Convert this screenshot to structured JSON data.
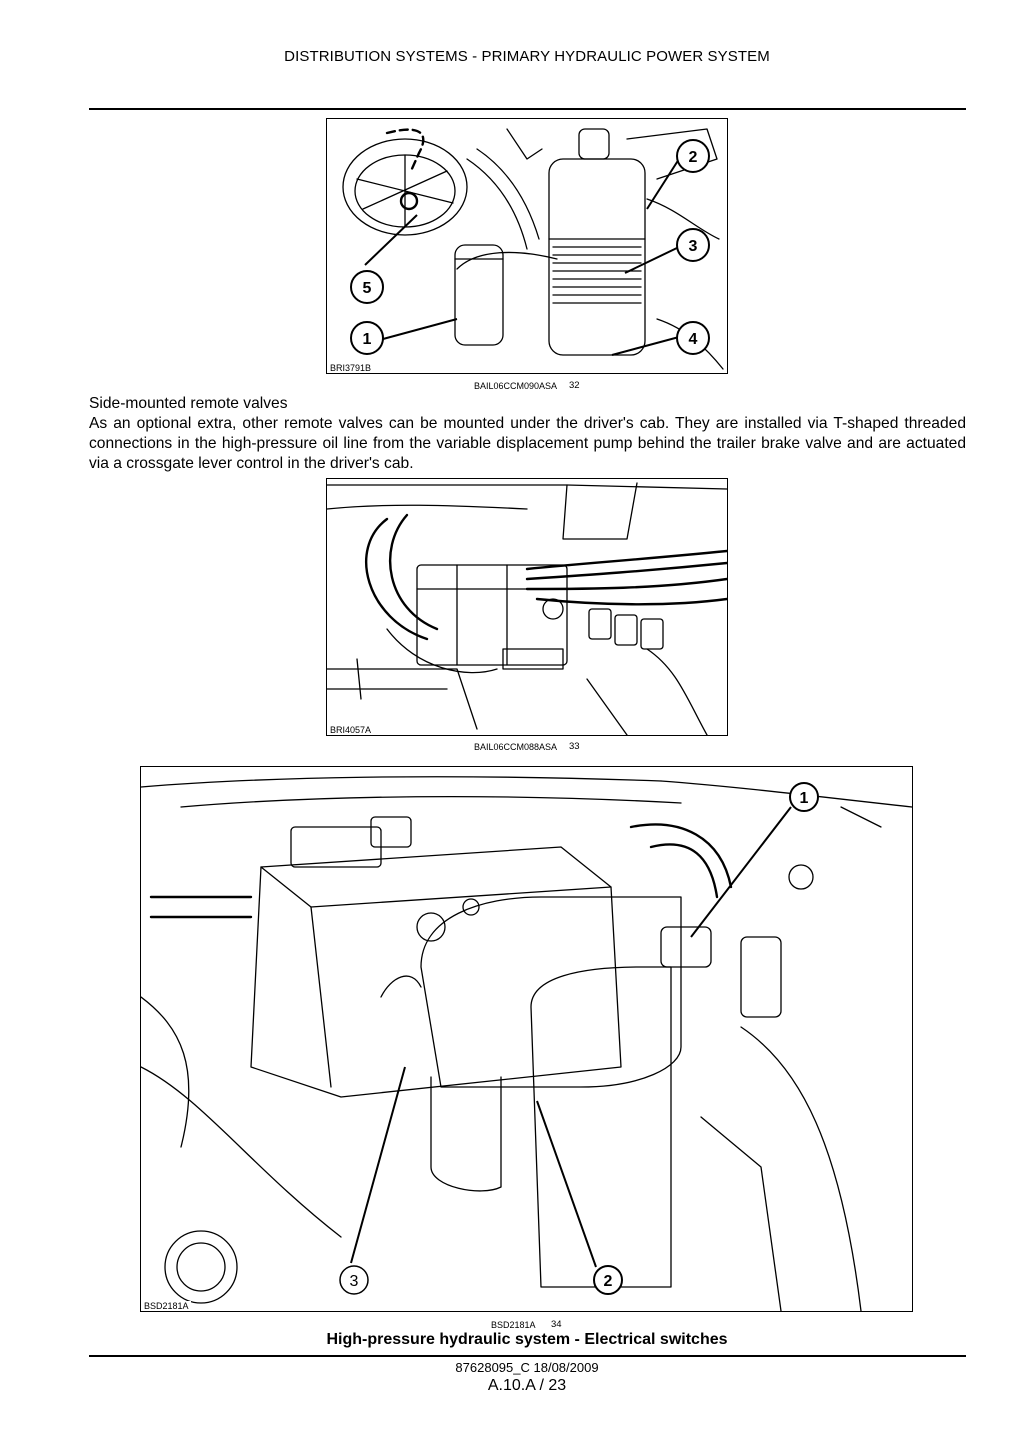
{
  "header": {
    "title": "DISTRIBUTION SYSTEMS - PRIMARY HYDRAULIC POWER SYSTEM"
  },
  "figures": [
    {
      "image_id": "BRI3791B",
      "code": "BAIL06CCM090ASA",
      "number": "32",
      "callouts": [
        "1",
        "2",
        "3",
        "4",
        "5"
      ]
    },
    {
      "image_id": "BRI4057A",
      "code": "BAIL06CCM088ASA",
      "number": "33",
      "callouts": []
    },
    {
      "image_id": "BSD2181A",
      "code": "BSD2181A",
      "number": "34",
      "callouts": [
        "1",
        "2",
        "3"
      ]
    }
  ],
  "section": {
    "heading": "Side-mounted remote valves",
    "paragraph": "As an optional extra, other remote valves can be mounted under the driver's cab.  They are installed via T-shaped threaded connections in the high-pressure oil line from the variable displacement pump behind the trailer brake valve and are actuated via a crossgate lever control in the driver's cab."
  },
  "caption": "High-pressure hydraulic system - Electrical switches",
  "footer": {
    "doc_ref": "87628095_C 18/08/2009",
    "page": "A.10.A / 23"
  }
}
